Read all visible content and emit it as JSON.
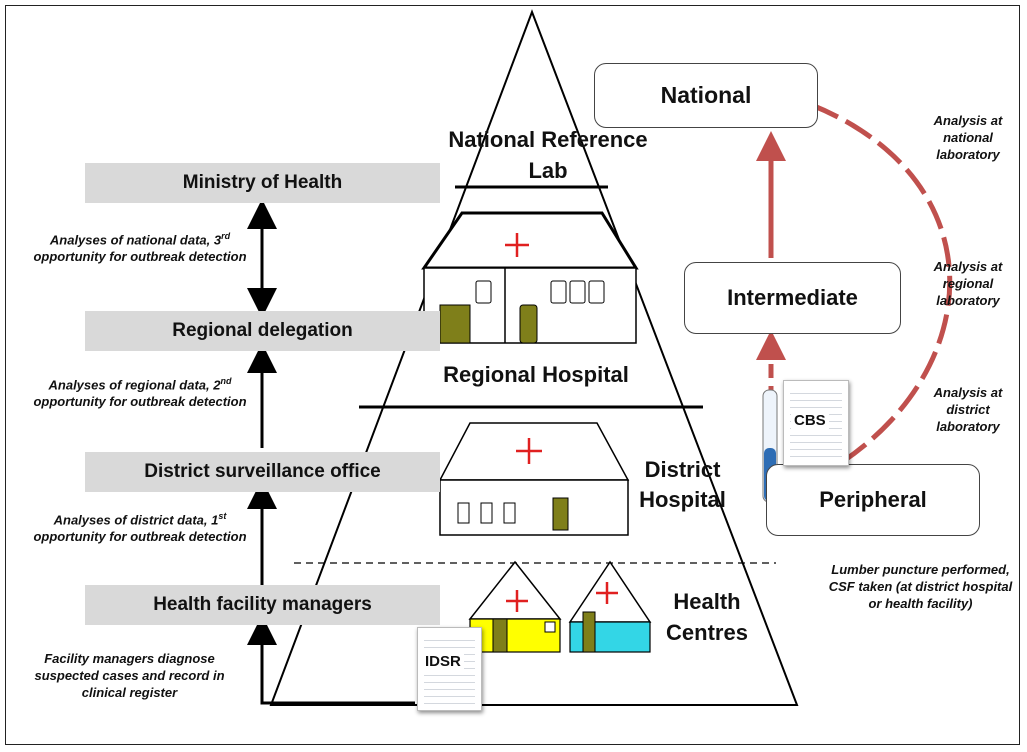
{
  "pyramid": {
    "levels": {
      "national_lab": "National Reference Lab",
      "regional_hospital": "Regional Hospital",
      "district_hospital": "District Hospital",
      "health_centres": "Health Centres"
    }
  },
  "left_bars": {
    "ministry": "Ministry of Health",
    "regional": "Regional delegation",
    "district": "District surveillance office",
    "facility": "Health facility managers"
  },
  "left_notes": {
    "national_pre": "Analyses of national data, 3",
    "national_sup": "rd",
    "national_post": "opportunity for outbreak detection",
    "regional_pre": "Analyses of regional data, 2",
    "regional_sup": "nd",
    "regional_post": "opportunity for outbreak detection",
    "district_pre": "Analyses of  district data, 1",
    "district_sup": "st",
    "district_post": "opportunity for outbreak detection",
    "facility": "Facility managers diagnose suspected cases and record in clinical register"
  },
  "lab_levels": {
    "national": "National",
    "intermediate": "Intermediate",
    "peripheral": "Peripheral"
  },
  "right_notes": {
    "national_lab": "Analysis at national laboratory",
    "regional_lab": "Analysis at regional laboratory",
    "district_lab": "Analysis at district laboratory",
    "lumbar": "Lumber puncture performed, CSF taken (at district hospital or health facility)"
  },
  "forms": {
    "idsr": "IDSR",
    "cbs": "CBS"
  },
  "colors": {
    "arrow_red": "#c0504d",
    "door_olive": "#7f7f1a",
    "hc_yellow": "#ffff00",
    "hc_cyan": "#33d6e6",
    "cross_red": "#e02020",
    "bar_gray": "#d9d9d9"
  }
}
